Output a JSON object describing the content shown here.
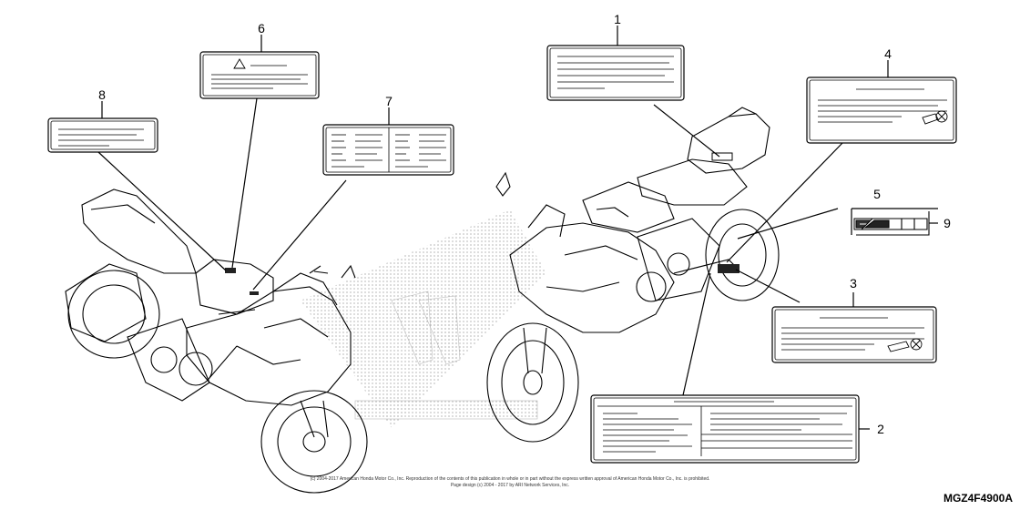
{
  "diagram": {
    "callouts": [
      "1",
      "2",
      "3",
      "4",
      "5",
      "6",
      "7",
      "8",
      "9"
    ],
    "part_code": "MGZ4F4900A",
    "copyright_line_1": "(c) 2004-2017 American Honda Motor Co., Inc. Reproduction of the contents of this publication in whole or in part without the express written approval of American Honda Motor Co., Inc. is prohibited.",
    "copyright_line_2": "Page design (c) 2004 - 2017 by ARI Network Services, Inc.",
    "icons": [
      "warning-triangle-icon",
      "wrench-icon"
    ]
  }
}
